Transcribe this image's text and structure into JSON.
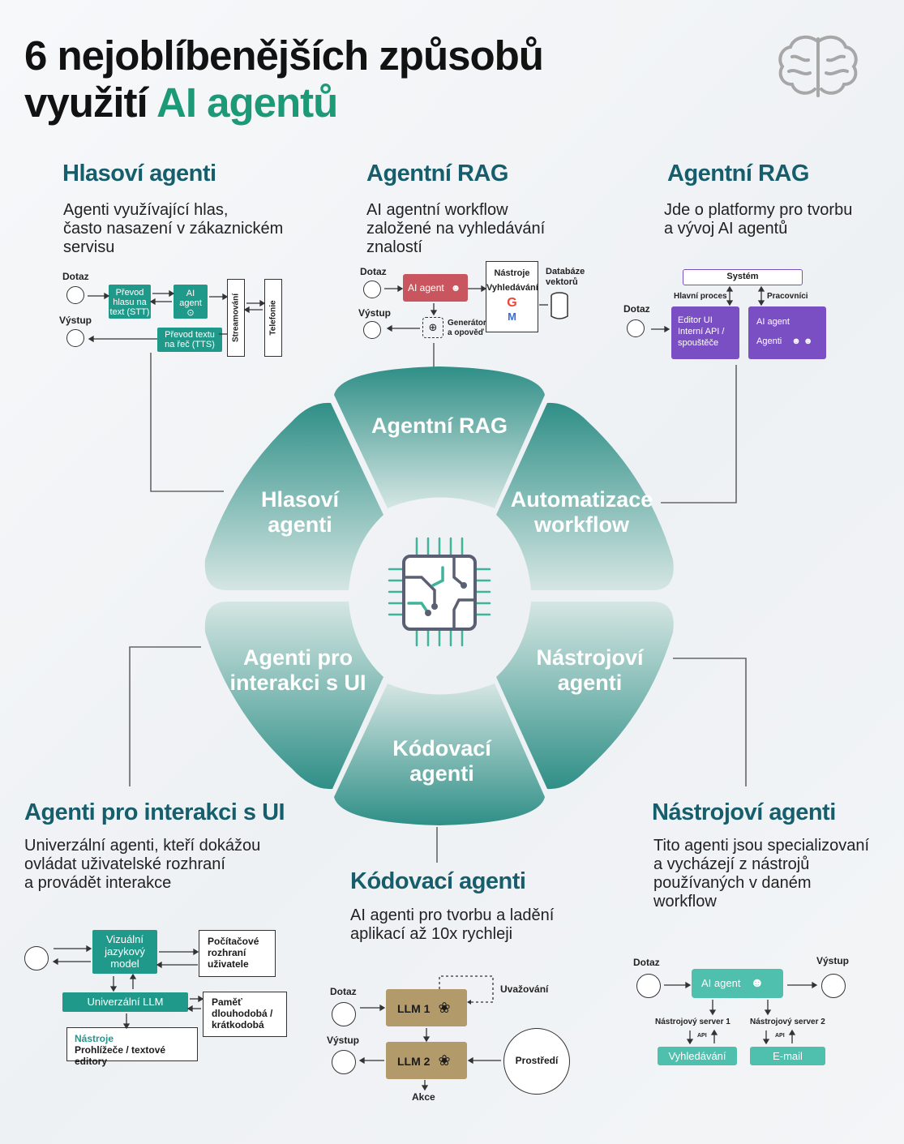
{
  "title": {
    "line1": "6 nejoblíbenějších způsobů",
    "line2_prefix": "využití ",
    "line2_accent": "AI agentů"
  },
  "colors": {
    "teal": "#1f9a8a",
    "dark_teal": "#175e6c",
    "purple": "#7b4fc4",
    "red": "#c9565e",
    "gold": "#b39a6b"
  },
  "wheel": {
    "top": "Agentní RAG",
    "upper_left": [
      "Hlasoví",
      "agenti"
    ],
    "upper_right": [
      "Automatizace",
      "workflow"
    ],
    "lower_left": [
      "Agenti pro",
      "interakci s UI"
    ],
    "lower_right": [
      "Nástrojoví",
      "agenti"
    ],
    "bottom": [
      "Kódovací",
      "agenti"
    ]
  },
  "voice": {
    "title": "Hlasoví agenti",
    "desc": [
      "Agenti využívající hlas,",
      "často nasazení v zákaznickém",
      "servisu"
    ],
    "input": "Dotaz",
    "output": "Výstup",
    "stt": [
      "Převod",
      "hlasu na",
      "text (STT)"
    ],
    "agent": [
      "AI",
      "agent"
    ],
    "tts": [
      "Převod textu",
      "na řeč (TTS)"
    ],
    "stream": "Streamování",
    "phone": "Telefonie"
  },
  "rag": {
    "title": "Agentní RAG",
    "desc": [
      "AI agentní workflow",
      "založené na vyhledávání",
      "znalostí"
    ],
    "input": "Dotaz",
    "output": "Výstup",
    "agent": "AI agent",
    "tools": [
      "Nástroje",
      "Vyhledávání"
    ],
    "db": [
      "Databáze",
      "vektorů"
    ],
    "gen": [
      "Generátor",
      "a opověď"
    ]
  },
  "workflow": {
    "title": "Agentní RAG",
    "desc": [
      "Jde o platformy pro tvorbu",
      "a vývoj AI agentů"
    ],
    "system": "Systém",
    "main": "Hlavní proces",
    "workers": "Pracovníci",
    "input": "Dotaz",
    "editor": [
      "Editor UI",
      "Interní API /",
      "spouštěče"
    ],
    "agents": [
      "AI agent",
      "Agenti"
    ]
  },
  "ui": {
    "title": "Agenti pro interakci s UI",
    "desc": [
      "Univerzální agenti, kteří dokážou",
      "ovládat uživatelské rozhraní",
      "a provádět interakce"
    ],
    "vlm": [
      "Vizuální",
      "jazykový",
      "model"
    ],
    "gui": [
      "Počítačové",
      "rozhraní",
      "uživatele"
    ],
    "llm": "Univerzální LLM",
    "memory": [
      "Paměť",
      "dlouhodobá /",
      "krátkodobá"
    ],
    "tools": [
      "Nástroje",
      "Prohlížeče / textové editory"
    ]
  },
  "coding": {
    "title": "Kódovací agenti",
    "desc": [
      "AI agenti pro tvorbu a ladění",
      "aplikací až 10x rychleji"
    ],
    "input": "Dotaz",
    "output": "Výstup",
    "llm1": "LLM 1",
    "llm2": "LLM 2",
    "reason": "Uvažování",
    "env": "Prostředí",
    "action": "Akce"
  },
  "tool": {
    "title": "Nástrojoví agenti",
    "desc": [
      "Tito agenti jsou specializovaní",
      "a vycházejí z nástrojů",
      "používaných v daném",
      "workflow"
    ],
    "input": "Dotaz",
    "output": "Výstup",
    "agent": "AI agent",
    "server1": "Nástrojový server 1",
    "server2": "Nástrojový server 2",
    "api": "API",
    "search": "Vyhledávání",
    "email": "E-mail"
  }
}
